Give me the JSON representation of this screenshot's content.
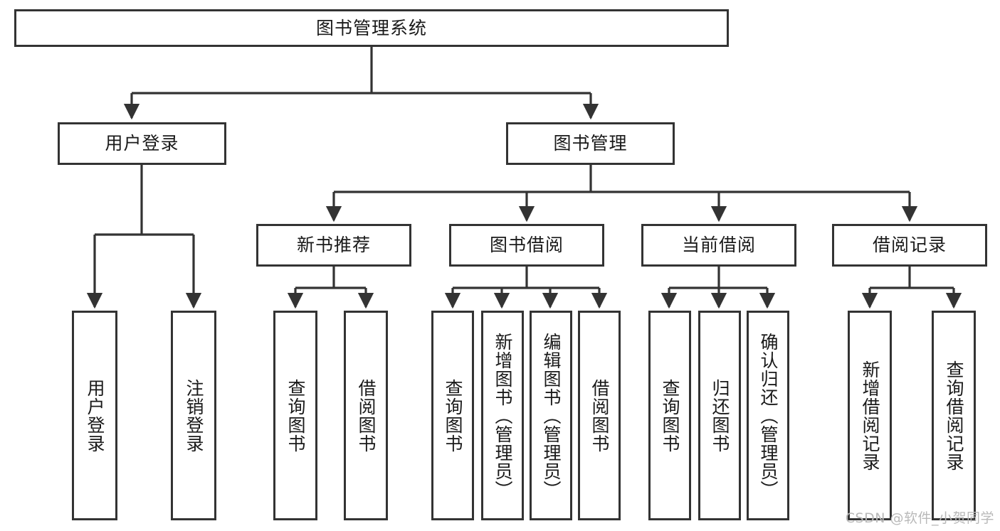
{
  "diagram": {
    "title": "图书管理系统",
    "type": "tree-structure-chart",
    "watermark": "CSDN @软件_小贺同学",
    "colors": {
      "stroke": "#333333",
      "fill": "#ffffff",
      "text": "#1a1a1a",
      "watermark": "#b9b9b9"
    },
    "levels": {
      "root": {
        "label": "图书管理系统"
      },
      "level2": [
        {
          "id": "user-login",
          "label": "用户登录"
        },
        {
          "id": "book-management",
          "label": "图书管理"
        }
      ],
      "level3": [
        {
          "id": "new-book-recommend",
          "label": "新书推荐"
        },
        {
          "id": "book-borrow",
          "label": "图书借阅"
        },
        {
          "id": "current-borrow",
          "label": "当前借阅"
        },
        {
          "id": "borrow-record",
          "label": "借阅记录"
        }
      ],
      "leaves": [
        {
          "id": "leaf-user-login",
          "label": "用户登录",
          "parent": "user-login"
        },
        {
          "id": "leaf-logout-login",
          "label": "注销登录",
          "parent": "user-login"
        },
        {
          "id": "leaf-query-book-1",
          "label": "查询图书",
          "parent": "new-book-recommend"
        },
        {
          "id": "leaf-borrow-book-1",
          "label": "借阅图书",
          "parent": "new-book-recommend"
        },
        {
          "id": "leaf-query-book-2",
          "label": "查询图书",
          "parent": "book-borrow"
        },
        {
          "id": "leaf-add-book",
          "label": "新增图书（管理员）",
          "parent": "book-borrow"
        },
        {
          "id": "leaf-edit-book",
          "label": "编辑图书（管理员）",
          "parent": "book-borrow"
        },
        {
          "id": "leaf-borrow-book-2",
          "label": "借阅图书",
          "parent": "book-borrow"
        },
        {
          "id": "leaf-query-book-3",
          "label": "查询图书",
          "parent": "current-borrow"
        },
        {
          "id": "leaf-return-book",
          "label": "归还图书",
          "parent": "current-borrow"
        },
        {
          "id": "leaf-confirm-return",
          "label": "确认归还（管理员）",
          "parent": "current-borrow"
        },
        {
          "id": "leaf-add-record",
          "label": "新增借阅记录",
          "parent": "borrow-record"
        },
        {
          "id": "leaf-query-record",
          "label": "查询借阅记录",
          "parent": "borrow-record"
        }
      ]
    }
  }
}
